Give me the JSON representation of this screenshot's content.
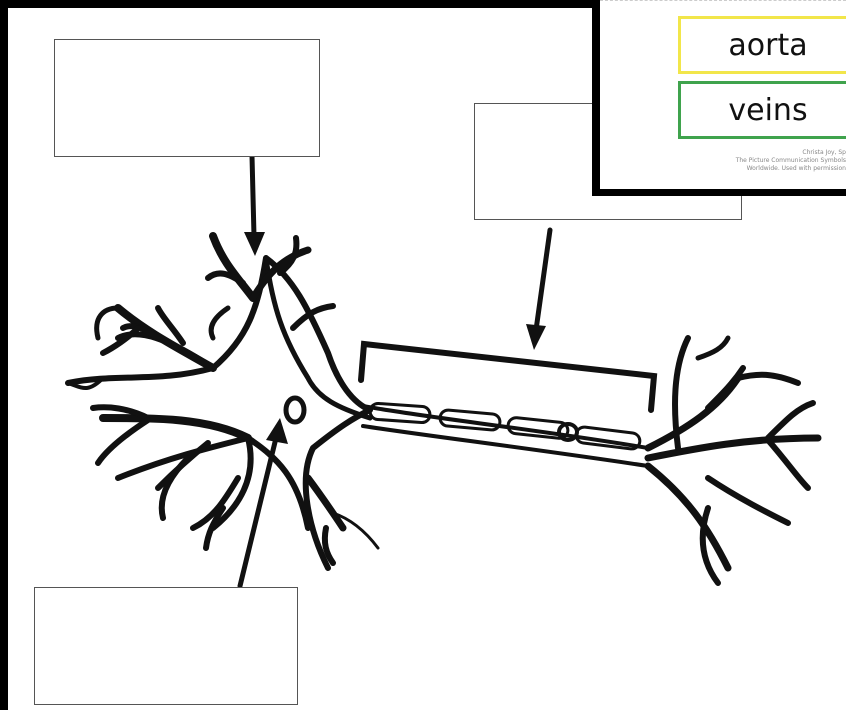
{
  "label_boxes": {
    "top_left": "",
    "top_right": "",
    "bottom_left": ""
  },
  "inset": {
    "cards": [
      {
        "word": "aorta",
        "border_color": "#f2e64a"
      },
      {
        "word": "veins",
        "border_color": "#3fa34d"
      }
    ],
    "credit_lines": [
      "Christa Joy, Sp",
      "The Picture Communication Symbols",
      "Worldwide. Used with permission"
    ]
  },
  "colors": {
    "frame": "#000000",
    "line": "#111111"
  }
}
